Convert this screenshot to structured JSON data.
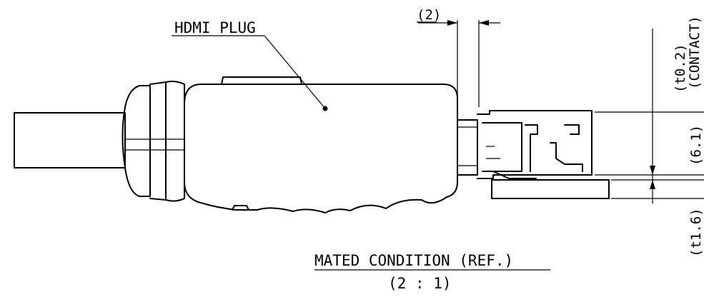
{
  "labels": {
    "plug": "HDMI PLUG",
    "dim_gap": "(2)",
    "dim_contact_thickness": "(t0.2)",
    "dim_contact_label": "(CONTACT)",
    "dim_height": "(6.1)",
    "dim_board": "(t1.6)",
    "caption_title": "MATED CONDITION (REF.)",
    "caption_scale": "(2 : 1)"
  },
  "colors": {
    "line": "#000000",
    "background": "#ffffff"
  }
}
